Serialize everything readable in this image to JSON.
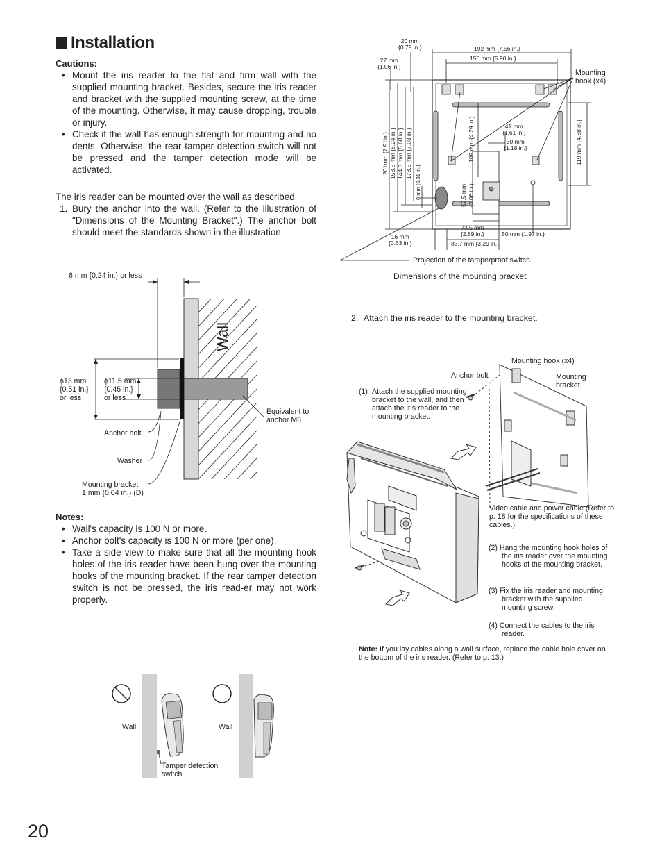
{
  "section_title": "Installation",
  "cautions": {
    "heading": "Cautions:",
    "items": [
      "Mount the iris reader to the flat and firm wall with the supplied mounting bracket. Besides, secure the iris reader and bracket with the supplied mounting screw, at the time of the mounting. Otherwise, it may cause dropping, trouble or injury.",
      "Check if the wall has enough strength for mounting and no dents. Otherwise, the rear tamper detection switch will not be pressed and the tamper detection mode will be activated."
    ]
  },
  "intro": "The iris reader can be mounted over the wall as described.",
  "steps": [
    {
      "num": "1.",
      "text": "Bury the anchor into the wall. (Refer to the illustration of \"Dimensions of the Mounting Bracket\".) The anchor bolt should meet the standards shown in the illustration."
    },
    {
      "num": "2.",
      "text": "Attach the iris reader to the mounting bracket."
    }
  ],
  "anchor_fig": {
    "gap": "6 mm {0.24 in.} or less",
    "wall": "Wall",
    "d13_1": "ϕ13 mm",
    "d13_2": "{0.51 in.}",
    "d13_3": "or less",
    "d115_1": "ϕ11.5 mm",
    "d115_2": "{0.45 in.}",
    "d115_3": "or less",
    "equiv_1": "Equivalent to",
    "equiv_2": "anchor M6",
    "anchor_bolt": "Anchor bolt",
    "washer": "Washer",
    "bracket_1": "Mounting bracket",
    "bracket_2": "1 mm {0.04 in.} (D)"
  },
  "notes": {
    "heading": "Notes:",
    "items": [
      "Wall's capacity is 100 N or more.",
      "Anchor bolt's capacity is 100 N or more (per one).",
      "Take a side view to make sure that all the mounting hook holes of the iris reader have been hung over the mounting hooks of the mounting bracket. If the rear tamper detection switch is not be pressed, the iris read-er may not work properly."
    ]
  },
  "bracket_dims": {
    "d20_1": "20 mm",
    "d20_2": "{0.79 in.}",
    "d27_1": "27 mm",
    "d27_2": "{1.06 in.}",
    "d192": "192 mm {7.56 in.}",
    "d150": "150 mm {5.90 in.}",
    "hook_1": "Mounting",
    "hook_2": "hook (x4)",
    "d201": "201mm {7.91in.}",
    "d158": "158.5 mm {6.24 in.}",
    "d144": "144.3 mm {5.68 in.}",
    "d178": "178.5 mm {7.03 in.}",
    "d8": "8 mm {0.31 in.}",
    "d109": "109 mm {4.29 in.}",
    "d41_1": "41 mm",
    "d41_2": "{1.61 in.}",
    "d30_1": "30 mm",
    "d30_2": "{1.18 in.}",
    "d52": "52.5 mm",
    "d52b": "{2.06 in.}",
    "d119": "119 mm {4.68 in.}",
    "d16_1": "16 mm",
    "d16_2": "{0.63 in.}",
    "d735_1": "73.5 mm",
    "d735_2": "{2.89 in.}",
    "d837": "83.7 mm {3.29 in.}",
    "d50": "50 mm {1.97 in.}",
    "projection": "Projection of the tamperproof switch",
    "caption": "Dimensions of the mounting bracket"
  },
  "attach_fig": {
    "hook": "Mounting hook (x4)",
    "anchor": "Anchor bolt",
    "bracket_1": "Mounting",
    "bracket_2": "bracket",
    "s1_num": "(1)",
    "s1_text": "Attach the supplied mounting bracket to the wall, and then attach the iris reader to the mounting bracket.",
    "cables": "Video cable and power cable (Refer to p. 18 for the specifications of these cables.)",
    "s2": "(2) Hang the mounting hook holes of the iris reader over the mounting hooks of the mounting bracket.",
    "s3": "(3) Fix the iris reader and mounting bracket with the supplied mounting screw.",
    "s4": "(4) Connect the cables to the iris reader."
  },
  "bottom_note": {
    "label": "Note:",
    "text": "If you lay cables along a wall surface, replace the cable hole cover on the bottom of the iris reader. (Refer to p. 13.)"
  },
  "side_views": {
    "wall_left": "Wall",
    "wall_right": "Wall",
    "tamper_1": "Tamper detection",
    "tamper_2": "switch"
  },
  "page_number": "20"
}
